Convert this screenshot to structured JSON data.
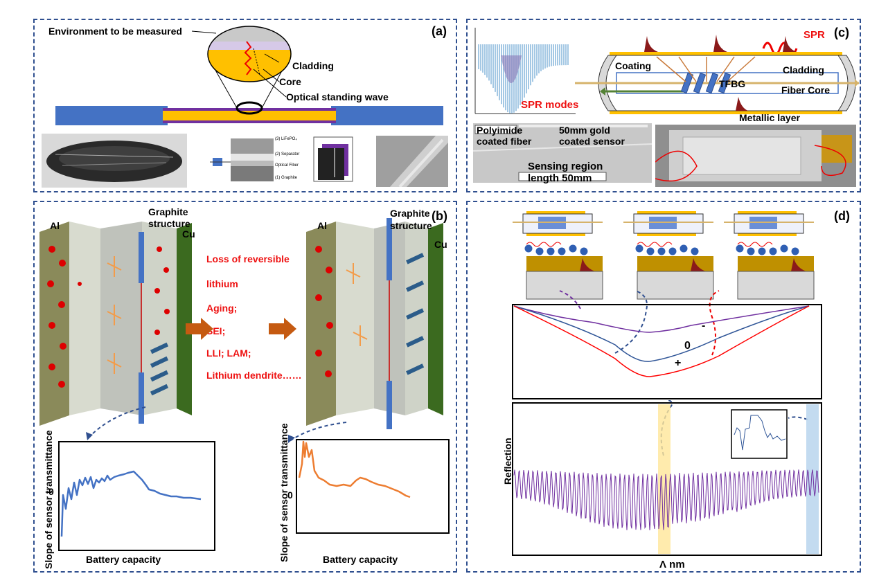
{
  "panels": {
    "a": {
      "label": "(a)",
      "environment": "Environment to be measured",
      "cladding": "Cladding",
      "core": "Core",
      "standing_wave": "Optical standing wave",
      "inset_lines": [
        "(3) LiFePO₄",
        "(2) Separator",
        "Optical Fiber",
        "(1) Graphite"
      ]
    },
    "b": {
      "label": "(b)",
      "al_left": "Al",
      "al_right": "Al",
      "graphite_left": [
        "Graphite",
        "structure"
      ],
      "graphite_right": [
        "Graphite",
        "structure"
      ],
      "cu_left": "Cu",
      "cu_right": "Cu",
      "mechanisms": [
        "Loss of reversible",
        "lithium",
        "Aging;",
        "SEI;",
        "LLI; LAM;",
        "Lithium dendrite……"
      ],
      "ylabel": "Slope of sensor transmittance",
      "xlabel": "Battery capacity",
      "zero": "0"
    },
    "c": {
      "label": "(c)",
      "spr": "SPR",
      "spr_modes": "SPR modes",
      "coating": "Coating",
      "cladding": "Cladding",
      "tfbg": "TFBG",
      "fiber_core": "Fiber Core",
      "metallic_layer": "Metallic layer",
      "polyimide": [
        "Polyimide",
        "coated fiber"
      ],
      "gold": [
        "50mm gold",
        "coated sensor"
      ],
      "sensing": [
        "Sensing region",
        "length 50mm"
      ]
    },
    "d": {
      "label": "(d)",
      "minus": "-",
      "zero": "0",
      "plus": "+",
      "ylabel": "Reflection",
      "xlabel": "Λ nm"
    }
  },
  "colors": {
    "frame": "#2f4f8f",
    "fiber_blue": "#4472c4",
    "core_yellow": "#ffc000",
    "arrow_orange": "#c55a11",
    "text_red": "#ee1111",
    "curve_blue": "#4472c4",
    "curve_orange": "#ed7d31",
    "curve_purple": "#7030a0",
    "curve_red": "#ff0000"
  }
}
